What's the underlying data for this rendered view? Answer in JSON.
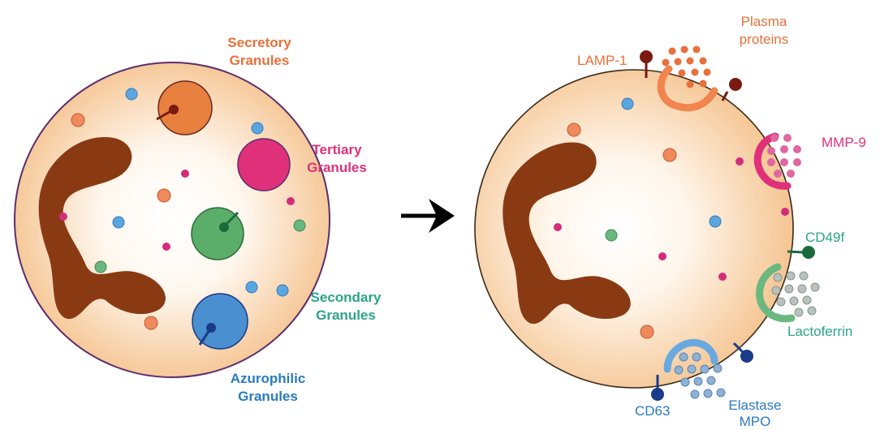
{
  "colors": {
    "cytoplasm_edge": "#f6c99a",
    "cytoplasm_center": "#ffffff",
    "membrane": "#5a2d6e",
    "nucleus": "#8a3a12",
    "secretory": "#e8703a",
    "tertiary": "#e0307a",
    "secondary": "#2aa58a",
    "azurophilic": "#2a7ac0",
    "blue_dot": "#5aa6e0",
    "orange_dot": "#ef8a5c",
    "pink_dot": "#d42c7a",
    "green_dot": "#6ab87f",
    "receptor_dark": "#7a1a10",
    "cd49f": "#1a6b3a",
    "cd63": "#1a3a8a",
    "lactoferrin_dot": "#b7c2bd",
    "elastase_dot": "#8fb2d4"
  },
  "left_cell": {
    "granule_labels": [
      {
        "line1": "Secretory",
        "line2": "Granules",
        "color": "#e8703a"
      },
      {
        "line1": "Tertiary",
        "line2": "Granules",
        "color": "#e0307a"
      },
      {
        "line1": "Secondary",
        "line2": "Granules",
        "color": "#2aa58a"
      },
      {
        "line1": "Azurophilic",
        "line2": "Granules",
        "color": "#2a7ac0"
      }
    ]
  },
  "right_cell": {
    "labels": {
      "lamp1": "LAMP-1",
      "plasma_line1": "Plasma",
      "plasma_line2": "proteins",
      "mmp9": "MMP-9",
      "cd49f": "CD49f",
      "lactoferrin": "Lactoferrin",
      "cd63": "CD63",
      "elastase": "Elastase",
      "mpo": "MPO"
    }
  }
}
